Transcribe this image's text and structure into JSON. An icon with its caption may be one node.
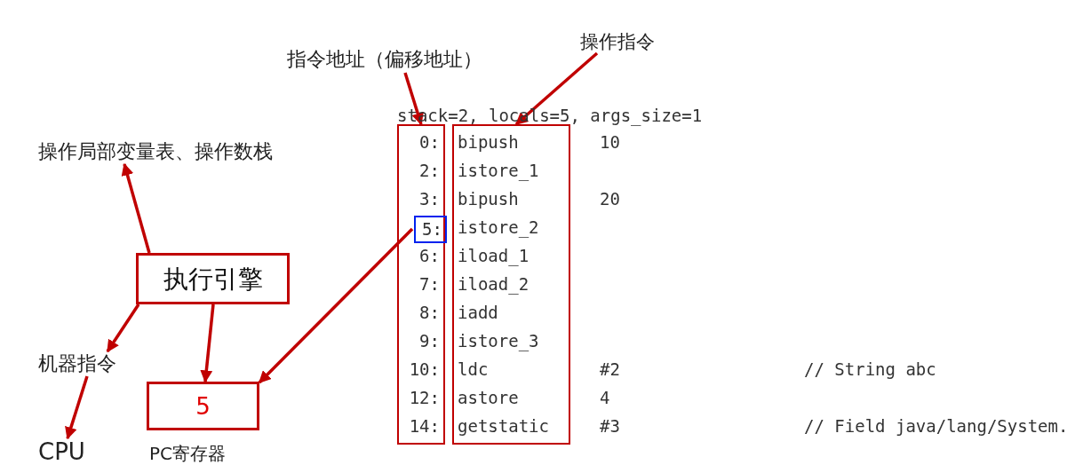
{
  "diagram": {
    "nodes": [
      {
        "text": [
          "操作局部变量表、操作数栈"
        ]
      },
      {
        "text": [
          "执行引擎"
        ]
      },
      {
        "text": [
          "机器指令"
        ]
      },
      {
        "text": [
          "CPU"
        ]
      },
      {
        "text": [
          "5"
        ],
        "beside": [
          "PC寄存器"
        ]
      },
      {
        "text": [
          "指令地址（偏移地址）"
        ]
      },
      {
        "text": [
          "操作指令"
        ]
      },
      {
        "text": [
          "0:",
          "2:",
          "3:",
          "6:",
          "7:",
          "8:",
          "9:",
          "10:",
          "12:",
          "14:"
        ]
      },
      {
        "text": [
          "5:"
        ],
        "in": 7
      },
      {
        "text": [
          "bipush",
          "istore_1",
          "bipush",
          "istore_2",
          "iload_1",
          "iload_2",
          "iadd",
          "istore_3",
          "ldc",
          "astore",
          "getstatic"
        ]
      }
    ],
    "edges": [
      {
        "from": 1,
        "to": 0,
        "arrow": "to"
      },
      {
        "from": 1,
        "to": 2,
        "arrow": "to"
      },
      {
        "from": 2,
        "to": 3,
        "arrow": "to"
      },
      {
        "from": 1,
        "to": 4,
        "arrow": "to"
      },
      {
        "from": 8,
        "to": 4,
        "arrow": "to"
      },
      {
        "from": 5,
        "to": 7,
        "arrow": "to"
      },
      {
        "from": 6,
        "to": 9,
        "arrow": "to"
      }
    ],
    "labels": [
      "stack=2, locals=5, args_size=1",
      "10",
      "20",
      "#2",
      "// String abc",
      "4",
      "#3",
      "// Field java/lang/System."
    ]
  }
}
